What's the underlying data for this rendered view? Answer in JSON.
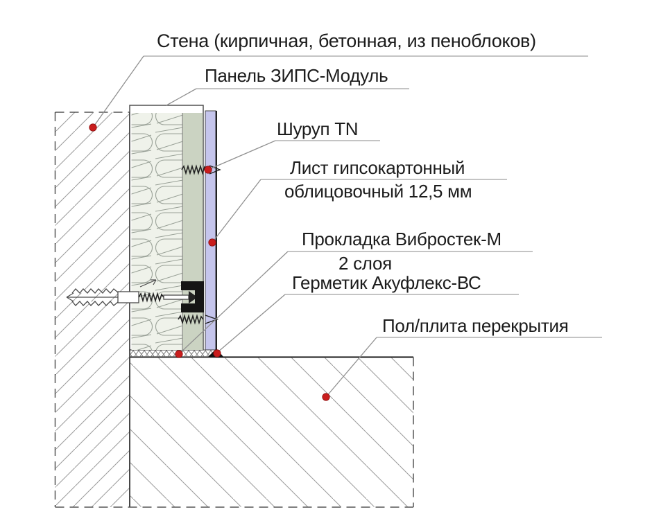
{
  "diagram": {
    "labels": {
      "wall": "Стена (кирпичная, бетонная, из пеноблоков)",
      "panel": "Панель ЗИПС-Модуль",
      "screw": "Шуруп TN",
      "gypsum_line1": "Лист гипсокартонный",
      "gypsum_line2": "облицовочный 12,5 мм",
      "gasket_line1": "Прокладка Вибростек-М",
      "gasket_line2": "2 слоя",
      "sealant": "Герметик Акуфлекс-ВС",
      "floor": "Пол/плита перекрытия"
    },
    "colors": {
      "marker_red": "#c91d1d",
      "gypsum_blue": "#c5c5ec",
      "panel_green": "#cbd3c2",
      "wool_fill": "#eff2ea",
      "leader_gray": "#909090",
      "ink": "#1c1c1c",
      "line_dark": "#333333"
    }
  }
}
